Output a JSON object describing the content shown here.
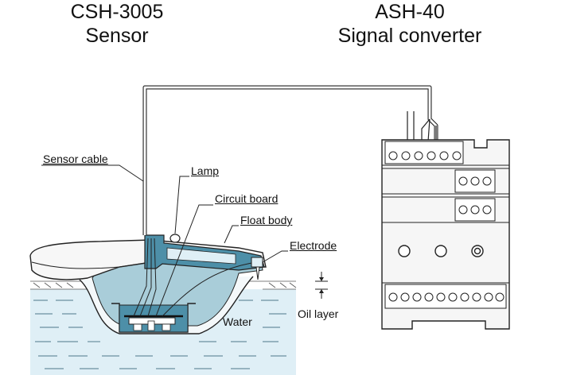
{
  "sensor": {
    "model": "CSH-3005",
    "name": "Sensor"
  },
  "converter": {
    "model": "ASH-40",
    "name": "Signal converter"
  },
  "labels": {
    "sensor_cable": "Sensor cable",
    "lamp": "Lamp",
    "circuit_board": "Circuit board",
    "float_body": "Float body",
    "electrode": "Electrode",
    "oil_layer": "Oil layer",
    "water": "Water"
  },
  "colors": {
    "water": "#dfeff6",
    "float_inner": "#4d8fa8",
    "float_inner_light": "#a9cdd9",
    "outline": "#222222",
    "converter_body": "#f6f6f6"
  }
}
